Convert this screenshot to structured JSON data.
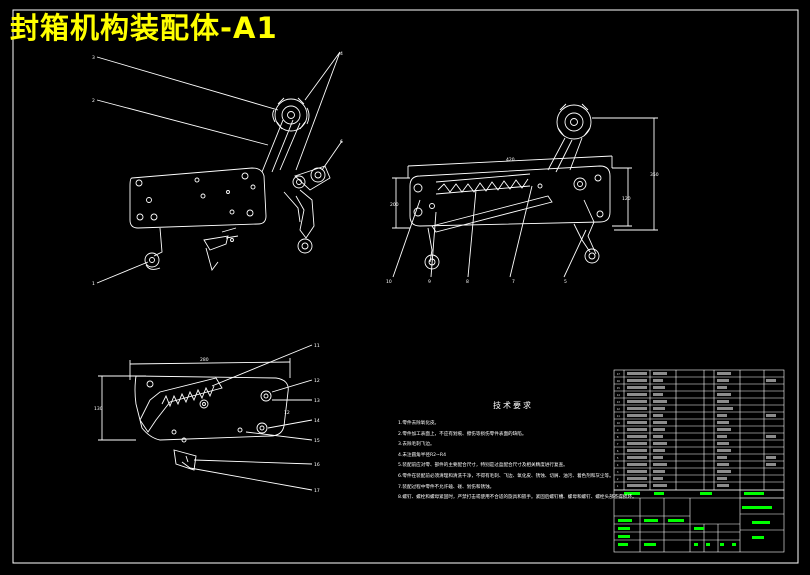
{
  "title": "封箱机构装配体-A1",
  "technical_requirements": {
    "heading": "技术要求",
    "items": [
      "1.零件去除氧化皮。",
      "2.零件加工表面上，不应有划痕、擦伤等损伤零件表面的缺陷。",
      "3.去除毛刺飞边。",
      "4.未注圆角半径R2~R4",
      "5.装配前应对零、部件的主要配合尺寸，特别是过盈配合尺寸及相关精度进行复查。",
      "6.零件在装配前必须清理和清洗干净，不得有毛刺、飞边、氧化皮、锈蚀、切屑、油污、着色剂和灰尘等。",
      "7.装配过程中零件不允许磕、碰、划伤和锈蚀。",
      "8.螺钉、螺栓和螺母紧固时，严禁打击或使用不合适的旋具和扳手。紧固后螺钉槽、螺母和螺钉、螺栓头部不得损坏。"
    ]
  },
  "colors": {
    "background": "#000000",
    "title": "#ffff00",
    "lines": "#ffffff",
    "titleblock": "#00ff00"
  }
}
